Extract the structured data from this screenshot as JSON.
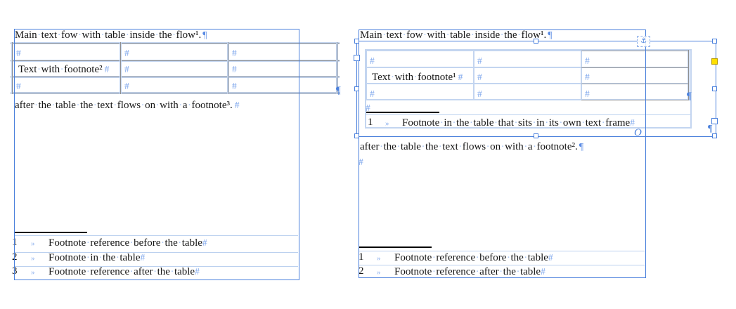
{
  "left_panel": {
    "line1": {
      "text": "Main text fow with table inside the flow¹.",
      "mark": "¶"
    },
    "table": {
      "rows": [
        [
          {
            "mark": "#"
          },
          {
            "mark": "#"
          },
          {
            "mark": "#"
          }
        ],
        [
          {
            "text": "Text with footnote²",
            "mark": "#"
          },
          {
            "mark": "#"
          },
          {
            "mark": "#"
          }
        ],
        [
          {
            "mark": "#"
          },
          {
            "mark": "#"
          },
          {
            "mark": "#"
          }
        ]
      ],
      "end_mark": "¶"
    },
    "after_text": {
      "text": "after the table the text flows on with a footnote³.",
      "mark": "#"
    },
    "footnotes": [
      {
        "num": "1",
        "tab": "»",
        "text": "Footnote reference before the table",
        "mark": "#"
      },
      {
        "num": "2",
        "tab": "»",
        "text": "Footnote in the table",
        "mark": "#"
      },
      {
        "num": "3",
        "tab": "»",
        "text": "Footnote reference after the table",
        "mark": "#"
      }
    ]
  },
  "right_panel": {
    "line1": {
      "text": "Main text fow with table inside the flow¹.",
      "mark": "¶"
    },
    "table": {
      "rows": [
        [
          {
            "mark": "#"
          },
          {
            "mark": "#"
          },
          {
            "mark": "#"
          }
        ],
        [
          {
            "text": "Text with footnote¹",
            "mark": "#"
          },
          {
            "mark": "#"
          },
          {
            "mark": "#"
          }
        ],
        [
          {
            "mark": "#"
          },
          {
            "mark": "#"
          },
          {
            "mark": "#"
          }
        ]
      ],
      "row_end_mark": "¶",
      "empty_para_mark": "#"
    },
    "table_footnote": {
      "num": "1",
      "tab": "»",
      "text": "Footnote in the table that sits in its own text frame",
      "mark": "#"
    },
    "anchored_frame": {
      "anchor_icon": "⚓",
      "overset_mark": "O",
      "end_mark": "¶"
    },
    "after_text": {
      "text": "after the table the text flows on with a footnote².",
      "mark": "¶"
    },
    "stub_mark": "#",
    "footnotes": [
      {
        "num": "1",
        "tab": "»",
        "text": "Footnote reference before the table",
        "mark": "#"
      },
      {
        "num": "2",
        "tab": "»",
        "text": "Footnote reference after the table",
        "mark": "#"
      }
    ]
  },
  "colors": {
    "frame_blue": "#4a80dc",
    "marker_blue": "#7fa7ec",
    "cell_edge_blue": "#c3d5f0",
    "table_stroke_gray": "#8f8f8f",
    "corner_widget_yellow": "#ffdf00"
  }
}
